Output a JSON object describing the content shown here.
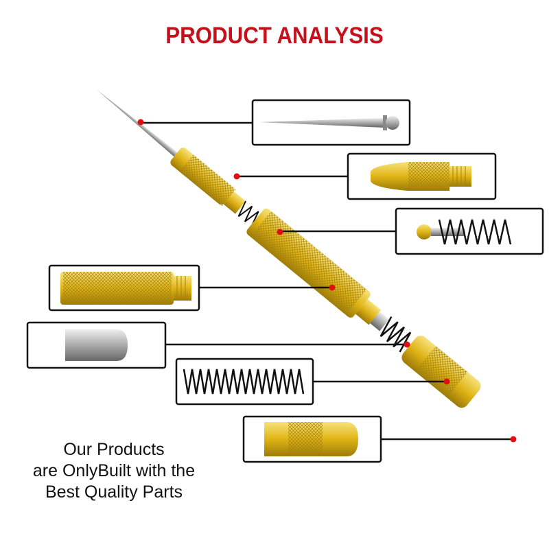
{
  "header": {
    "title": "PRODUCT ANALYSIS"
  },
  "tagline": {
    "lines": [
      "Our Products",
      "are OnlyBuilt with the",
      "Best Quality Parts"
    ]
  },
  "parts": [
    {
      "name": "pin-tip"
    },
    {
      "name": "tip-cone"
    },
    {
      "name": "ball-spring"
    },
    {
      "name": "knurled-body"
    },
    {
      "name": "hammer-cylinder"
    },
    {
      "name": "main-spring"
    },
    {
      "name": "end-cap"
    }
  ],
  "colors": {
    "title": "#c4111b",
    "gold": "#e0b416",
    "marker": "#e01010",
    "frame": "#111111"
  }
}
